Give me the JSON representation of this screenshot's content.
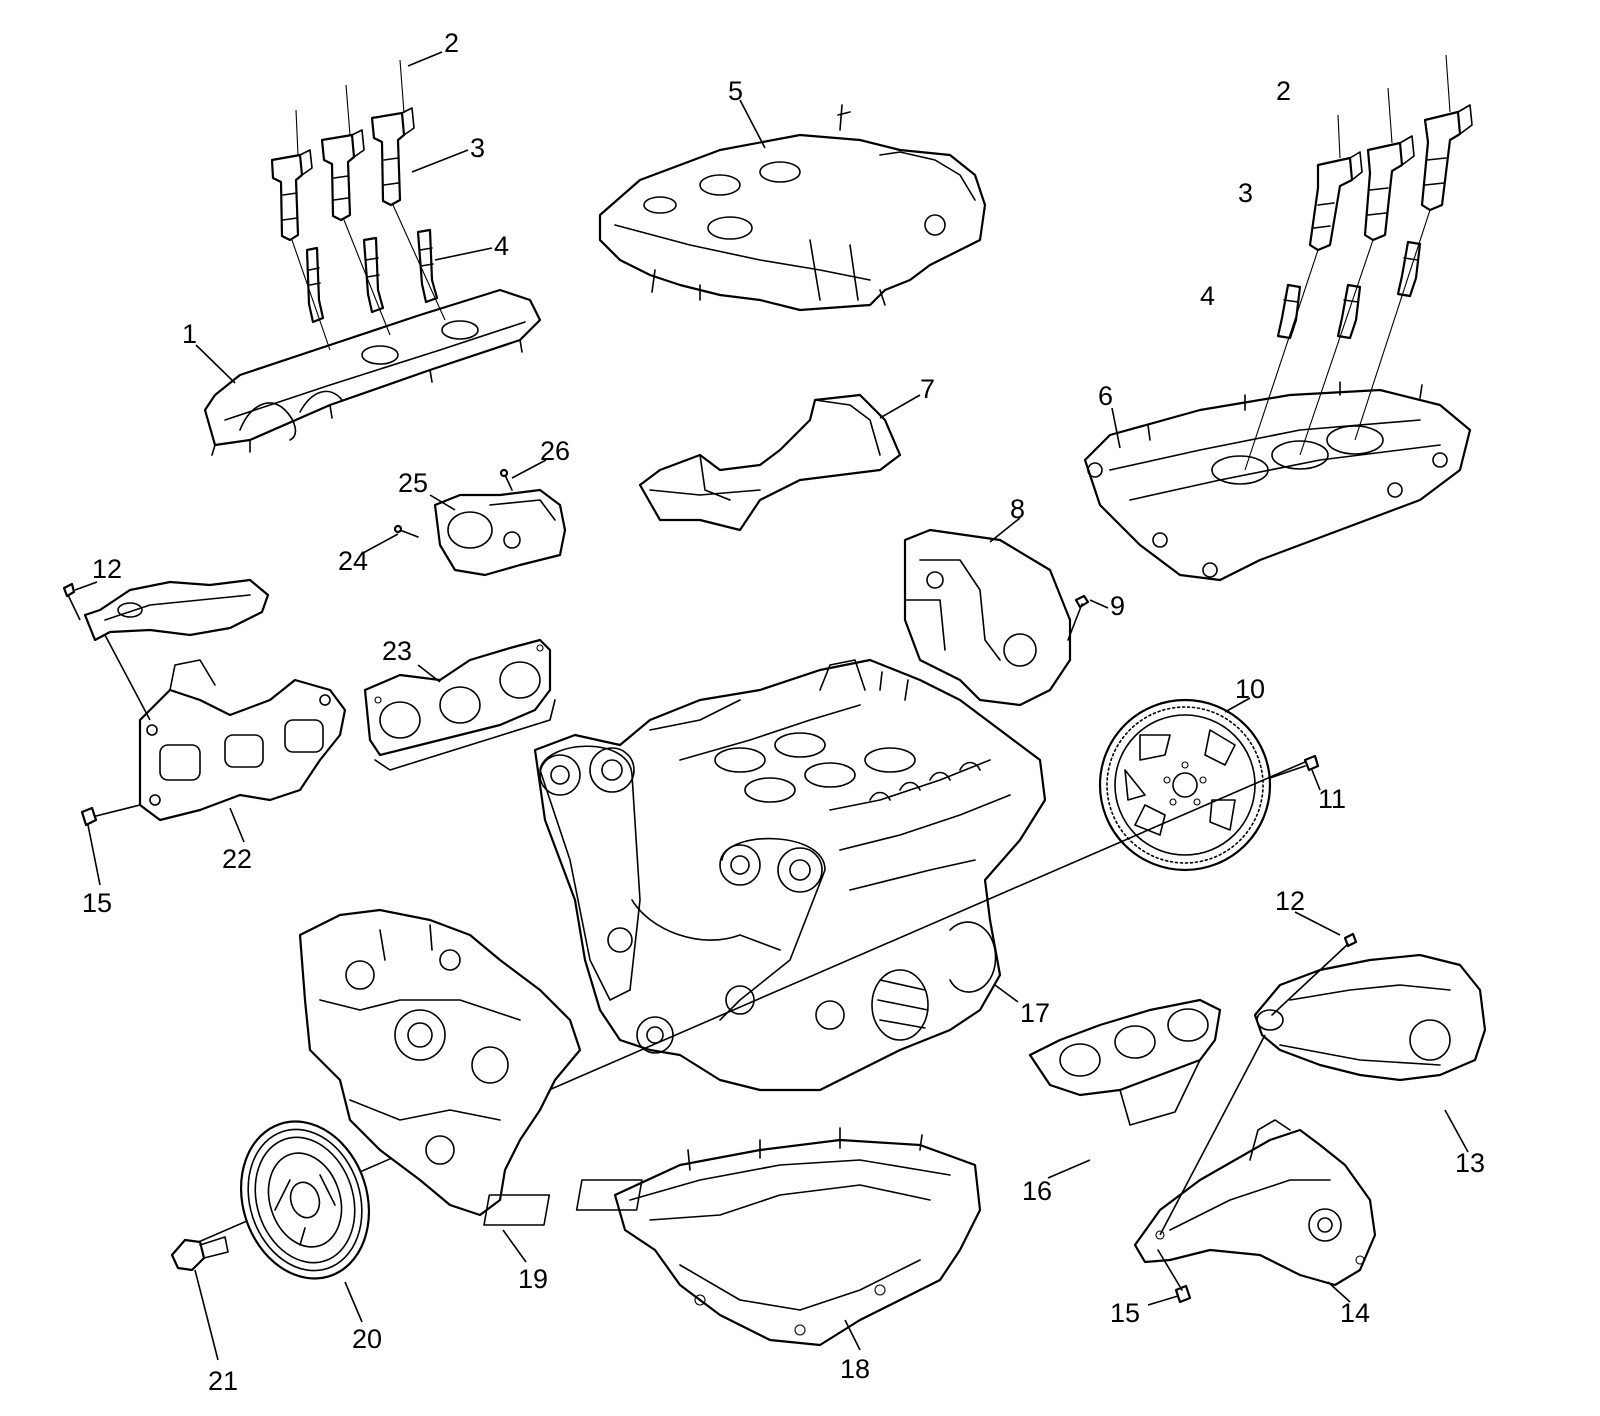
{
  "diagram": {
    "type": "exploded-parts-view",
    "colors": {
      "line": "#000000",
      "background": "#ffffff"
    },
    "callouts": [
      "1",
      "2",
      "3",
      "4",
      "5",
      "6",
      "7",
      "8",
      "9",
      "10",
      "11",
      "12",
      "13",
      "14",
      "15",
      "16",
      "17",
      "18",
      "19",
      "20",
      "21",
      "22",
      "23",
      "24",
      "25",
      "26"
    ]
  }
}
